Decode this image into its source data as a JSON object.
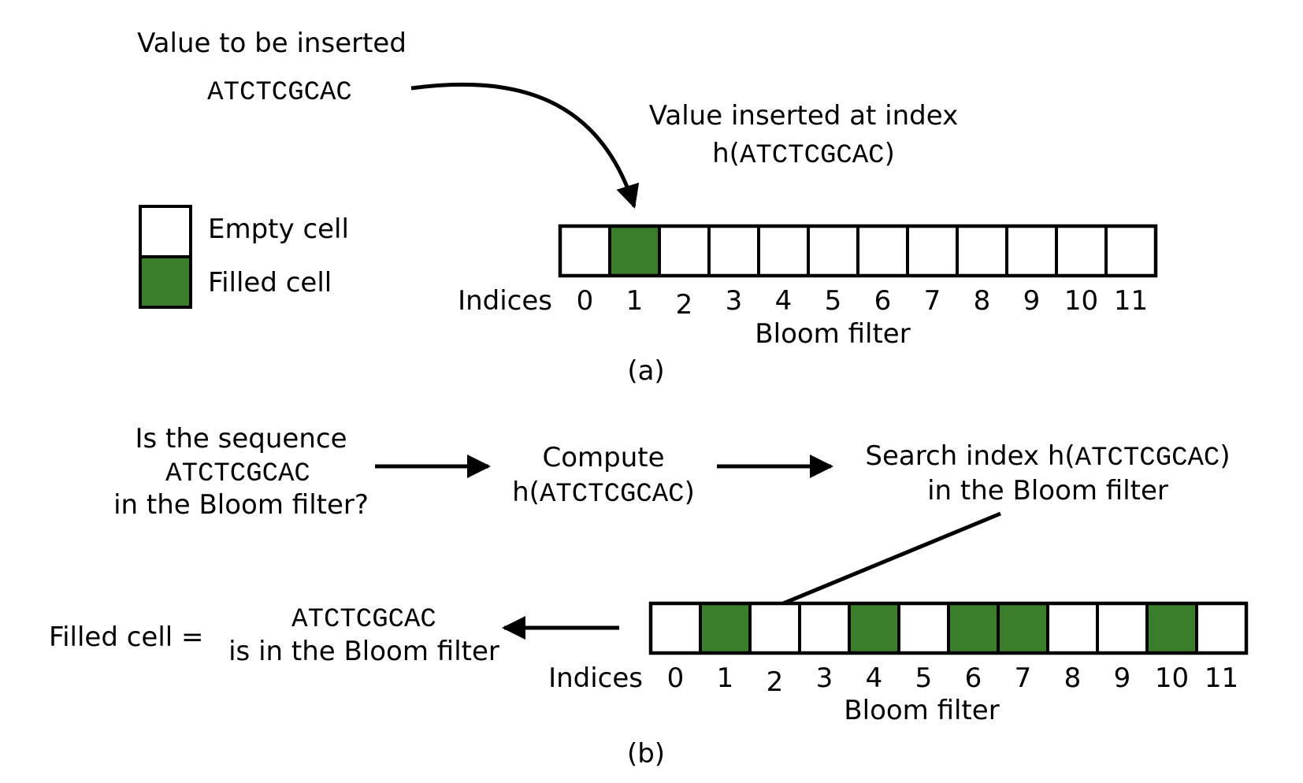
{
  "colors": {
    "filled": "#3a7d2a",
    "empty": "#ffffff",
    "stroke": "#000000"
  },
  "sequence": "ATCTCGCAC",
  "panel_a": {
    "value_label": "Value to be inserted",
    "value": "ATCTCGCAC",
    "inserted_line1": "Value inserted at index",
    "hash_prefix": "h(",
    "hash_value": "ATCTCGCAC",
    "hash_suffix": ")",
    "legend": {
      "empty_label": "Empty cell",
      "filled_label": "Filled cell"
    },
    "indices_label": "Indices",
    "indices": [
      "0",
      "1",
      "2",
      "3",
      "4",
      "5",
      "6",
      "7",
      "8",
      "9",
      "10",
      "11"
    ],
    "filled_indices": [
      1
    ],
    "filter_label": "Bloom filter",
    "caption": "(a)"
  },
  "panel_b": {
    "question_line1": "Is the sequence",
    "question_value": "ATCTCGCAC",
    "question_line3": "in the Bloom filter?",
    "compute_label": "Compute",
    "compute_prefix": "h(",
    "compute_value": "ATCTCGCAC",
    "compute_suffix": ")",
    "search_prefix": "Search index h(",
    "search_value": "ATCTCGCAC",
    "search_suffix": ")",
    "search_line2": "in the Bloom filter",
    "result_label": "Filled cell =",
    "result_value": "ATCTCGCAC",
    "result_line2": "is in the Bloom filter",
    "indices_label": "Indices",
    "indices": [
      "0",
      "1",
      "2",
      "3",
      "4",
      "5",
      "6",
      "7",
      "8",
      "9",
      "10",
      "11"
    ],
    "filled_indices": [
      1,
      4,
      6,
      7,
      10
    ],
    "filter_label": "Bloom filter",
    "caption": "(b)"
  }
}
